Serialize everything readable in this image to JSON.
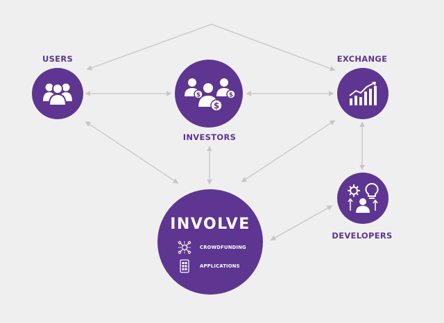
{
  "nodes": {
    "users": {
      "label": "USERS"
    },
    "investors": {
      "label": "INVESTORS"
    },
    "exchange": {
      "label": "EXCHANGE"
    },
    "developers": {
      "label": "DEVELOPERS"
    },
    "involve": {
      "title": "INVOLVE",
      "items": [
        {
          "label": "CROWDFUNDING",
          "icon": "network-circuit-icon"
        },
        {
          "label": "APPLICATIONS",
          "icon": "mobile-app-icon"
        }
      ]
    }
  },
  "colors": {
    "node_fill": "#5e3591",
    "label": "#5b3590",
    "connector": "#c6c6c6",
    "background": "#f0eff0"
  }
}
